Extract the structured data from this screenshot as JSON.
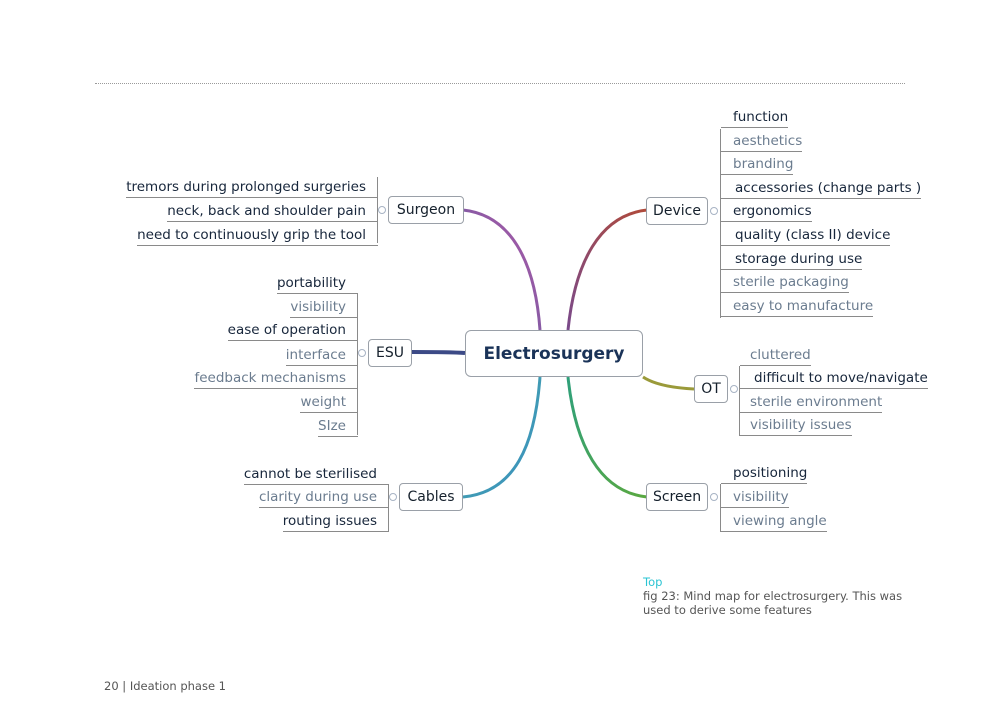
{
  "mindmap": {
    "center": "Electrosurgery",
    "branches": {
      "surgeon": {
        "label": "Surgeon",
        "items": [
          "tremors during prolonged surgeries",
          "neck, back and shoulder pain",
          "need to continuously grip the tool"
        ]
      },
      "esu": {
        "label": "ESU",
        "items": [
          "portability",
          "visibility",
          "ease of operation",
          "interface",
          "feedback mechanisms",
          "weight",
          "SIze"
        ]
      },
      "cables": {
        "label": "Cables",
        "items": [
          "cannot be sterilised",
          "clarity during use",
          "routing issues"
        ]
      },
      "device": {
        "label": "Device",
        "items": [
          "function",
          "aesthetics",
          "branding",
          "accessories (change parts )",
          "ergonomics",
          "quality (class II) device",
          "storage during use",
          "sterile packaging",
          "easy to manufacture"
        ]
      },
      "ot": {
        "label": "OT",
        "items": [
          "cluttered",
          "difficult to move/navigate",
          "sterile environment",
          "visibility issues"
        ]
      },
      "screen": {
        "label": "Screen",
        "items": [
          "positioning",
          "visibility",
          "viewing angle"
        ]
      }
    },
    "colors": {
      "surgeon": "#a25aa8",
      "esu": "#3c4a86",
      "cables": "#4aa6a0",
      "device": "#a04545",
      "ot": "#9a9a3a",
      "screen": "#4a9a4a"
    }
  },
  "caption": {
    "tag": "Top",
    "text": "fig 23: Mind map for electrosurgery. This was used to derive some features"
  },
  "footer": "20 | Ideation phase 1"
}
